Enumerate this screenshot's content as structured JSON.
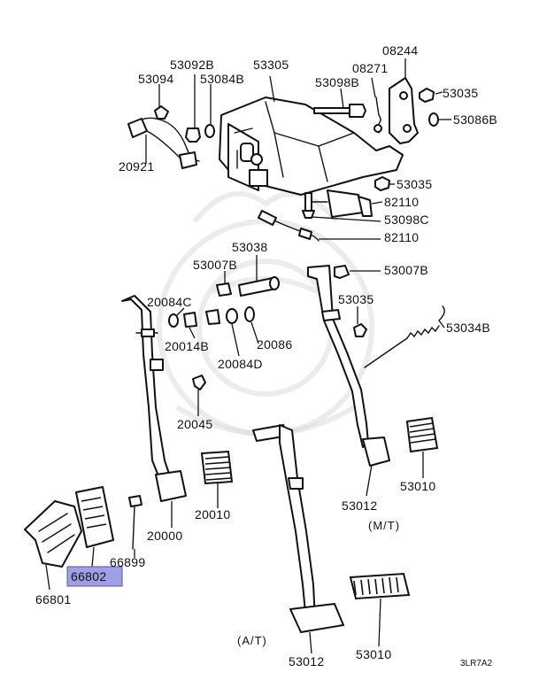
{
  "labels": {
    "l53092b": "53092B",
    "l53305": "53305",
    "l08244": "08244",
    "l53094": "53094",
    "l53084b": "53084B",
    "l08271": "08271",
    "l53098b": "53098B",
    "l53035_top": "53035",
    "l53086b": "53086B",
    "l20921": "20921",
    "l53035_mid": "53035",
    "l82110_a": "82110",
    "l53098c": "53098C",
    "l82110_b": "82110",
    "l53038": "53038",
    "l53007b_left": "53007B",
    "l53007b_right": "53007B",
    "l20084c": "20084C",
    "l53035_low": "53035",
    "l20014b": "20014B",
    "l20086": "20086",
    "l53034b": "53034B",
    "l20084d": "20084D",
    "l20045": "20045",
    "l53010_mt": "53010",
    "l20010": "20010",
    "l53012_mt": "53012",
    "l20000": "20000",
    "l66899": "66899",
    "l66802": "66802",
    "l66801": "66801",
    "l53012_at": "53012",
    "l53010_at": "53010"
  },
  "notes": {
    "mt": "(M/T)",
    "at": "(A/T)",
    "diagram_code": "3LR7A2"
  },
  "highlight": {
    "part": "66802",
    "color": "#9f9fe6"
  }
}
